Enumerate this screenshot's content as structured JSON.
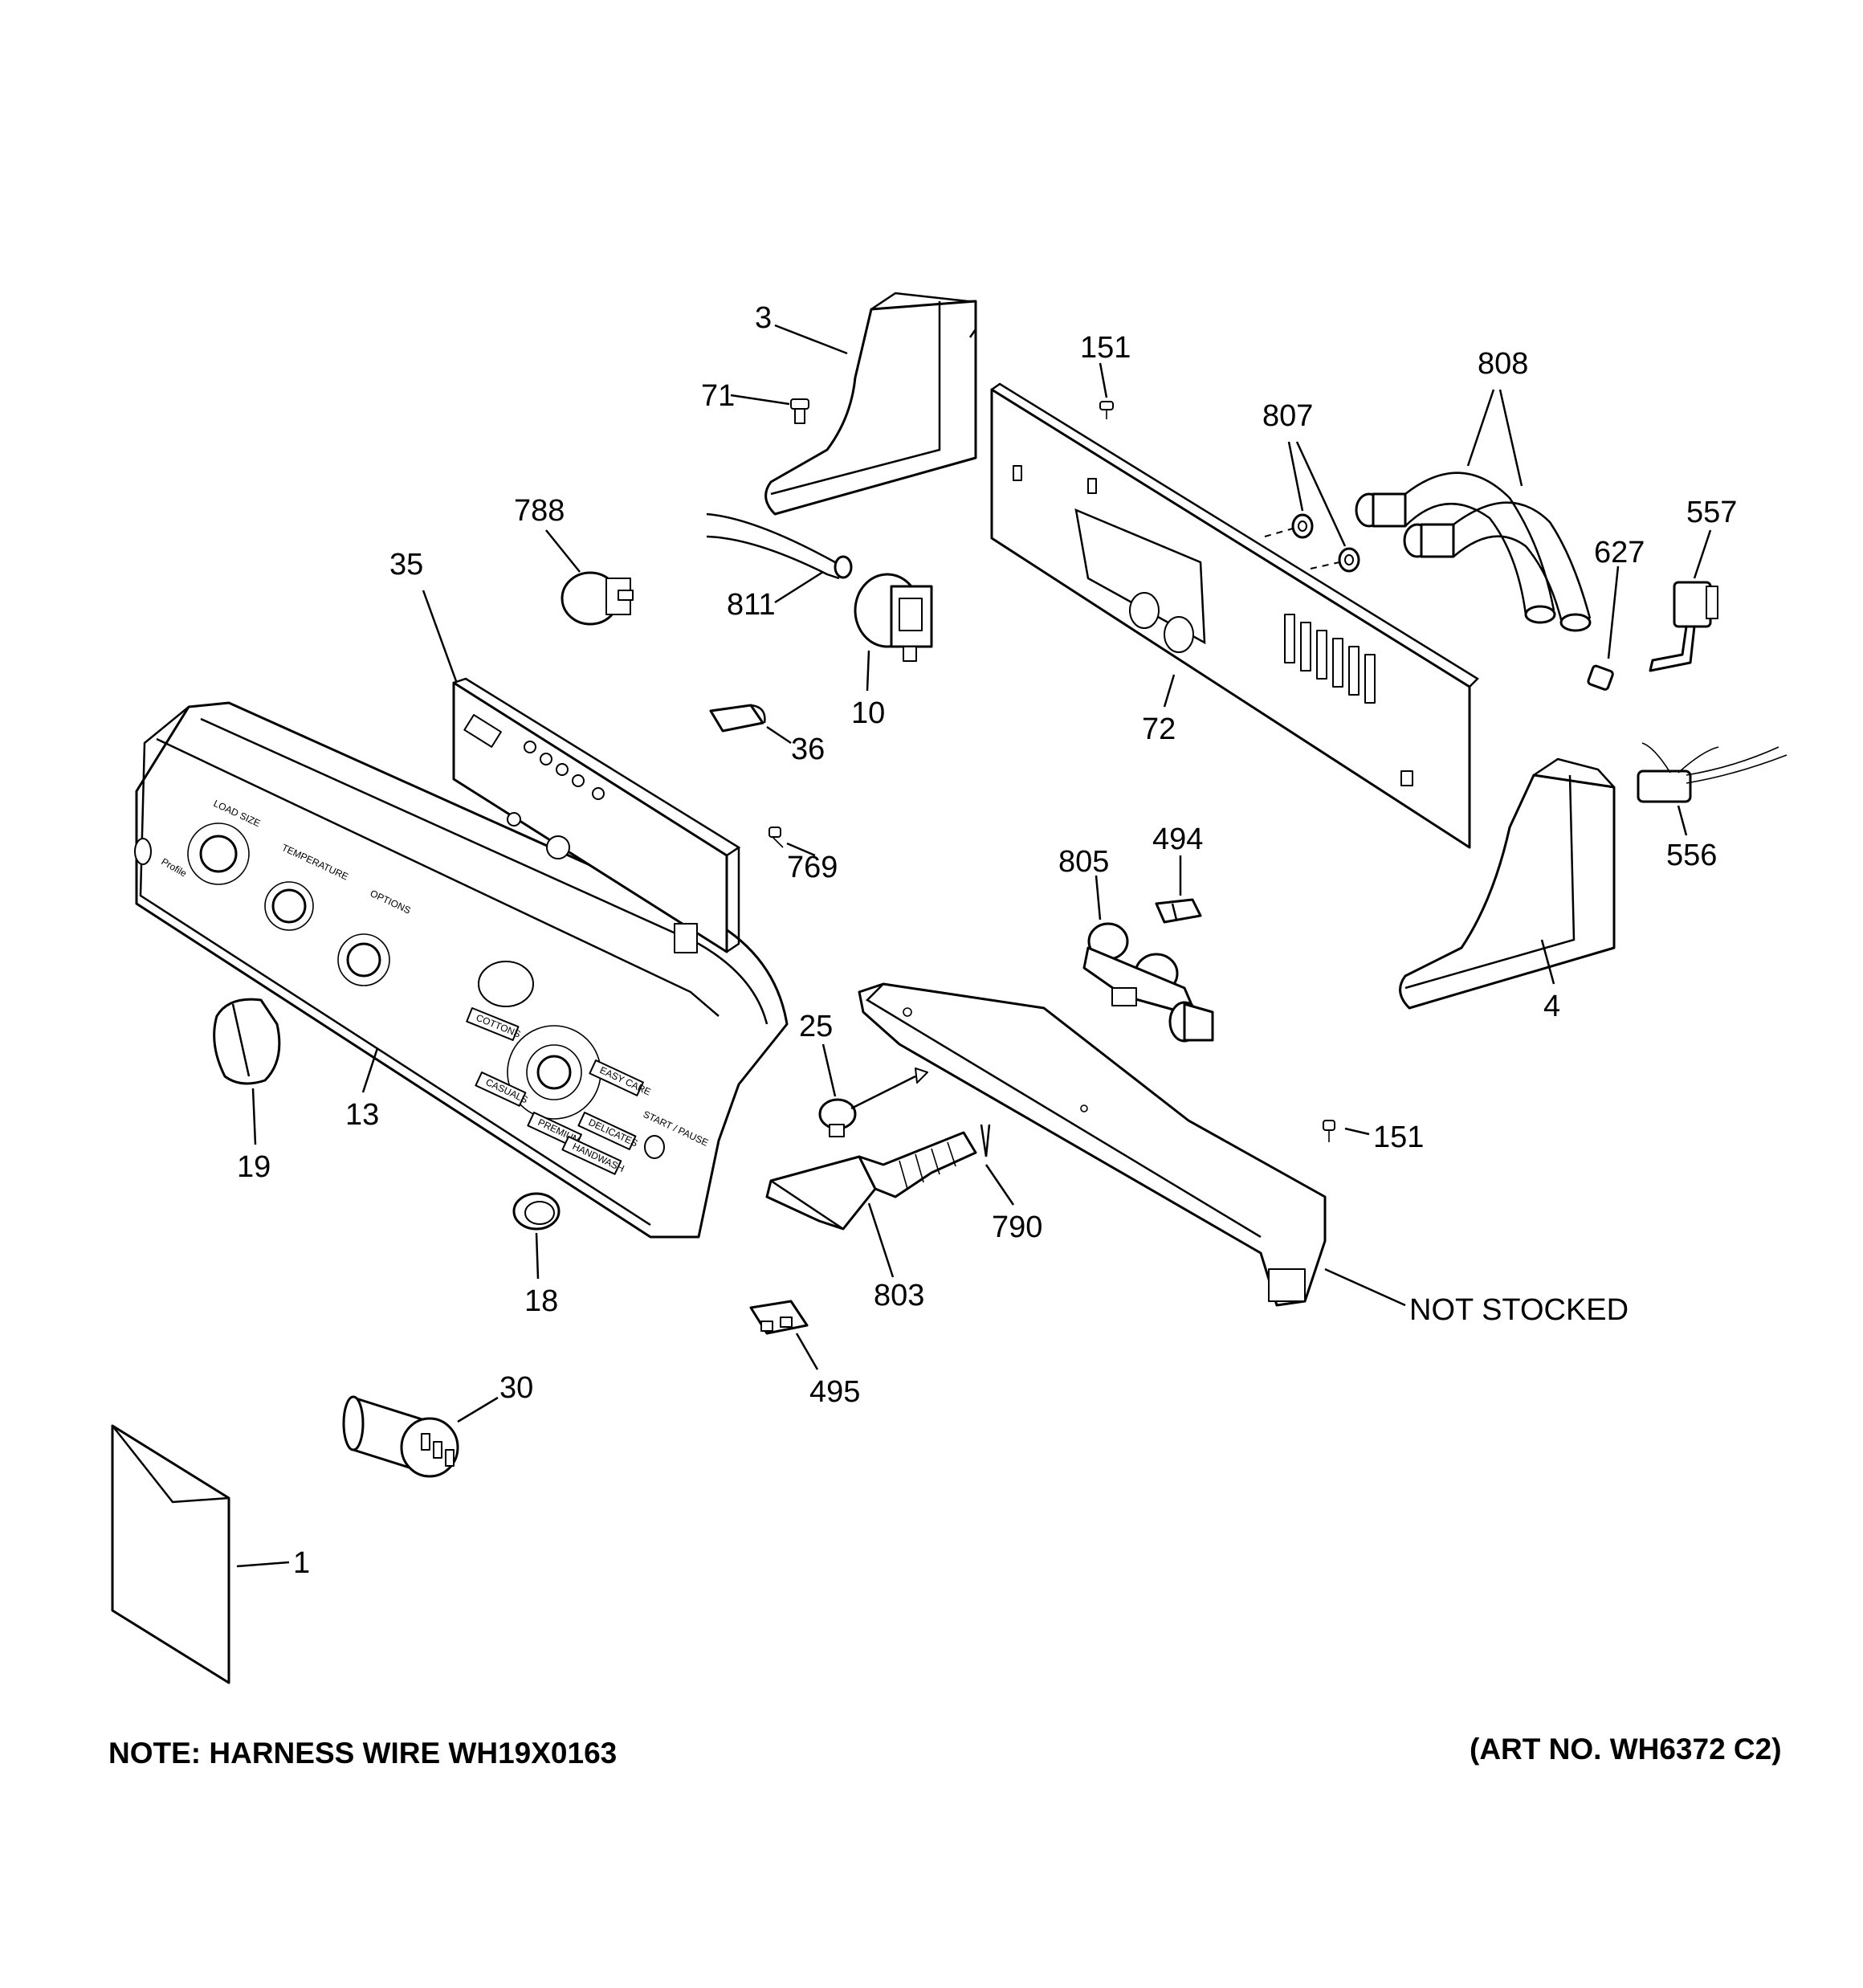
{
  "callouts": {
    "c1": "1",
    "c3": "3",
    "c4": "4",
    "c10": "10",
    "c13": "13",
    "c18": "18",
    "c19": "19",
    "c25": "25",
    "c30": "30",
    "c35": "35",
    "c36": "36",
    "c71": "71",
    "c72": "72",
    "c151a": "151",
    "c151b": "151",
    "c494": "494",
    "c495": "495",
    "c556": "556",
    "c557": "557",
    "c627": "627",
    "c769": "769",
    "c788": "788",
    "c790": "790",
    "c803": "803",
    "c805": "805",
    "c807": "807",
    "c808": "808",
    "c811": "811",
    "not_stocked": "NOT STOCKED"
  },
  "panel_labels": {
    "load_size": "LOAD SIZE",
    "temperature": "TEMPERATURE",
    "options": "OPTIONS",
    "cottons": "COTTONS",
    "easy_care": "EASY CARE",
    "casuals": "CASUALS",
    "delicates": "DELICATES",
    "premium": "PREMIUM",
    "handwash": "HANDWASH",
    "start_pause": "START / PAUSE",
    "brand": "Profile"
  },
  "footer": {
    "note": "NOTE: HARNESS WIRE WH19X0163",
    "art_no": "(ART NO. WH6372 C2)"
  }
}
